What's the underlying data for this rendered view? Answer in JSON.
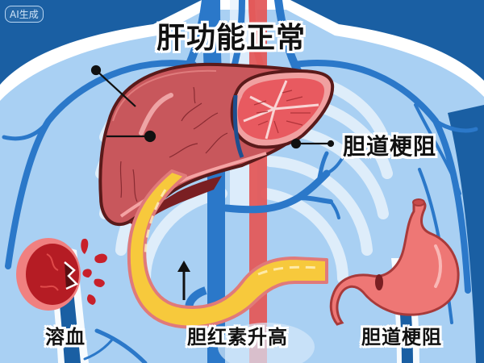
{
  "badge": {
    "text": "AI生成"
  },
  "title": "肝功能正常",
  "labels": {
    "bile_duct_obstruction_right": "胆道梗阻",
    "hemolysis": "溶血",
    "bilirubin_elevated": "胆红素升高",
    "bile_duct_obstruction_bottom": "胆道梗阻"
  },
  "illustration": {
    "subjects": [
      "liver",
      "gallbladder-cross-section",
      "bile-duct",
      "red-blood-cell-bursting",
      "stomach",
      "vena-cava",
      "aorta",
      "veins",
      "rib-cage"
    ],
    "arrow_direction": "up"
  },
  "colors": {
    "background_dark": "#1a5fa3",
    "body_light": "#a9d0f3",
    "vein_blue": "#2b78c9",
    "artery_red": "#e35a5a",
    "liver": "#c8575c",
    "bile_yellow": "#f7c93c",
    "stomach": "#ee7775",
    "blood_cell": "#c8202a"
  }
}
